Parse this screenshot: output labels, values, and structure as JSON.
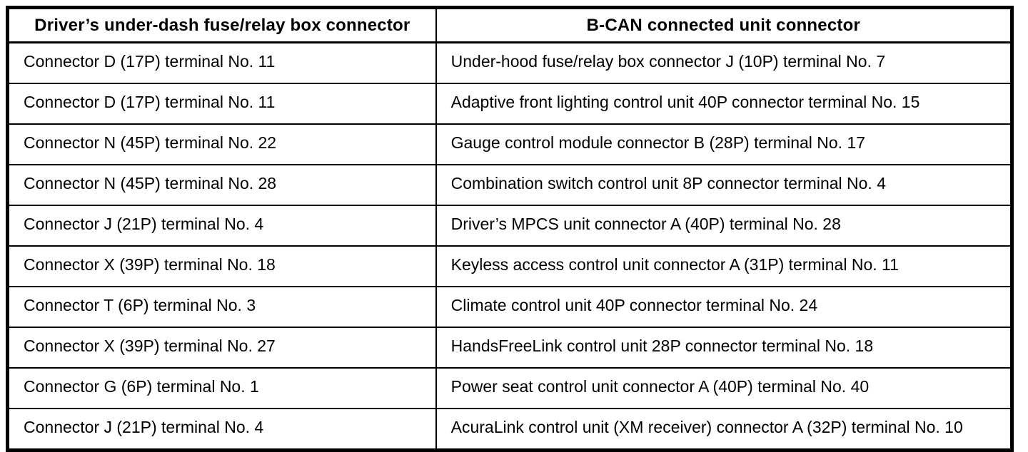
{
  "table": {
    "headers": {
      "left": "Driver’s under-dash fuse/relay box connector",
      "right": "B-CAN connected unit connector"
    },
    "rows": [
      [
        "Connector D (17P) terminal No. 11",
        "Under-hood fuse/relay box connector J (10P) terminal No. 7"
      ],
      [
        "Connector D (17P) terminal No. 11",
        "Adaptive front lighting control unit 40P connector terminal No. 15"
      ],
      [
        "Connector N (45P) terminal No. 22",
        "Gauge control module connector B (28P) terminal No. 17"
      ],
      [
        "Connector N (45P) terminal No. 28",
        "Combination switch control unit 8P connector terminal No. 4"
      ],
      [
        "Connector J (21P) terminal No. 4",
        "Driver’s MPCS unit connector A (40P) terminal No. 28"
      ],
      [
        "Connector X (39P) terminal No. 18",
        "Keyless access control unit connector A (31P) terminal No. 11"
      ],
      [
        "Connector T (6P) terminal No. 3",
        "Climate control unit 40P connector terminal No. 24"
      ],
      [
        "Connector X (39P) terminal No. 27",
        "HandsFreeLink control unit 28P connector terminal No. 18"
      ],
      [
        "Connector G (6P) terminal No. 1",
        "Power seat control unit connector A (40P) terminal No. 40"
      ],
      [
        "Connector J (21P) terminal No. 4",
        "AcuraLink control unit (XM receiver) connector A (32P) terminal No. 10"
      ]
    ]
  },
  "colors": {
    "border": "#000000",
    "background": "#ffffff",
    "text": "#000000"
  }
}
